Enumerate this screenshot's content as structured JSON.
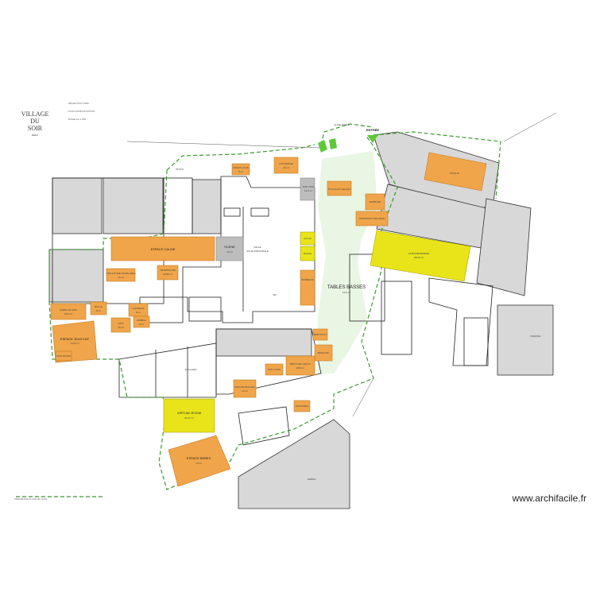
{
  "logo": {
    "line1": "VILLAGE",
    "line2": "DU",
    "line3": "SOIR",
    "line4": "PARIS"
  },
  "header_notes": [
    "RÉCEPTION 1/300",
    "PLAN D'IMPLANTATION",
    "ÉCHELLE 1:300"
  ],
  "entrance_label": "ENTRÉE",
  "street_label": "ALLÉE PAVÉE",
  "zones": {
    "espace_calme": "ESPACE CALME",
    "scene": "SCENE",
    "scene_area": "30 m²",
    "coloriage": "COLORIAGE",
    "coloriage_area": "20 m²",
    "maquillage": "MAQUILLAGE",
    "maquillage_area": "8 m²",
    "bar_vide": "BAR VIDE",
    "bar_vide_area": "12,6 m²",
    "mobilier": "MOBILIER",
    "photo_booth": "Photobooth standard",
    "croissant": "CROISSANT MAGIQUE",
    "moulin": "MOULIN",
    "la_bonbonniere": "LA BONBONNIERE",
    "la_bonbonniere_area": "68,32 m²",
    "tables_basses": "TABLES BASSES",
    "tables_basses_area": "12,5 m²",
    "espace_jeux_kaf": "ESPACE JEUX KAF",
    "espace_jeux_kaf_area": "73,21 m²",
    "kaeblan_kids": "KAEBLAN KIDS",
    "kaeblan_kids_area": "23,3 m²",
    "bulle": "BULLE",
    "bulle_area": "8 m²",
    "glisseur": "GLISSEUR",
    "glisseur_area": "8 m²",
    "kapi": "KAPI",
    "kapi_area": "16 m²",
    "kimboa": "KIMBOA",
    "kimboa_area": "8 m²",
    "structure_gonflable": "STRUCTURE GONFLABLE",
    "structure_gonflable_area": "16 m²",
    "trampoline": "TRAMPOLINE",
    "trampoline_area": "10,80 m²",
    "babyfoot": "BABYFOOT",
    "bowling": "BOWLING",
    "bonbons": "BONBONS",
    "popcorn": "POP CORN",
    "kidsroom": "KIDS ROOM",
    "brioche": "BRIOCHE CHOCO",
    "brioche_area": "28,8 m²",
    "bain_boules": "BAIN DE BOULES",
    "bain_boules_area": "16 m²",
    "legocrea": "LEGOCREA",
    "virtual_room": "VIRTUAL ROOM",
    "virtual_room_area": "60,37 m²",
    "espace_bebes": "ESPACE BEBES",
    "espace_bebes_area": "70 m²",
    "accueil": "Accueil",
    "buvette": "Buvette",
    "escalier": "ESCALIER",
    "wc": "WC",
    "salle": "SALLE",
    "salle_sub": "SALLE PRINCIPALE",
    "stock": "STOCK",
    "jardin": "JARDIN",
    "parking": "PARKING"
  },
  "footer": {
    "legend": "PÉRIMÈTRE PLACE DU SOIR"
  },
  "watermark": "www.archifacile.fr"
}
